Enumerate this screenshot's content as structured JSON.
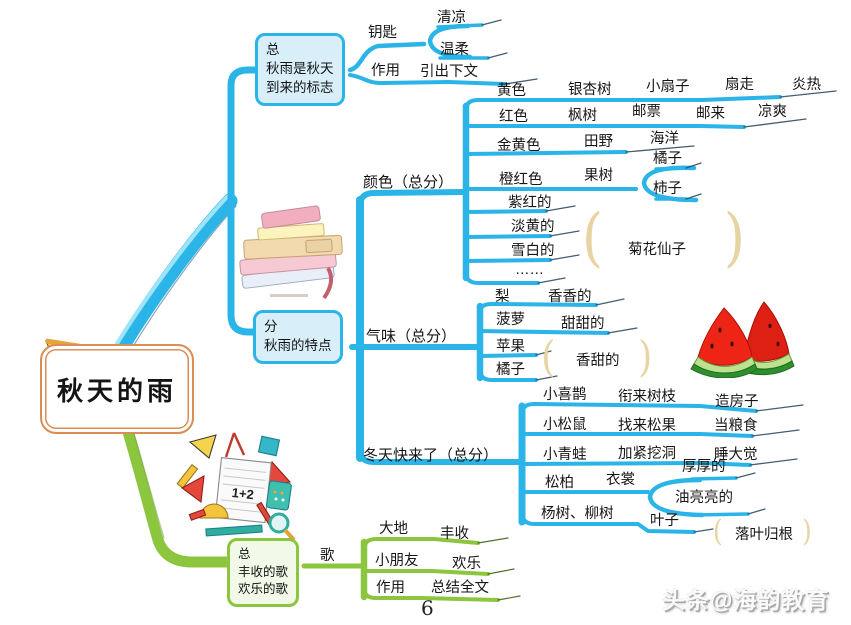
{
  "page": {
    "number": "6",
    "watermark": "头条@海韵教育"
  },
  "colors": {
    "branch_cyan": "#2bb4e7",
    "branch_green": "#8cc63e",
    "node_fill_blue": "#d8effa",
    "node_fill_green": "#f2f9e8",
    "center_border": "#d98e54",
    "brace": "#e7d4a2"
  },
  "mindmap": {
    "center_title": "秋天的雨",
    "top": {
      "node_lines": [
        "总",
        "秋雨是秋天",
        "到来的标志"
      ],
      "keyword": "钥匙",
      "keyword_children": [
        "清凉",
        "温柔"
      ],
      "role_label": "作用",
      "role_text": "引出下文"
    },
    "features": {
      "node_lines": [
        "分",
        "秋雨的特点"
      ],
      "colors_section": {
        "label": "颜色（总分）",
        "rows": [
          [
            "黄色",
            "银杏树",
            "小扇子",
            "扇走",
            "炎热"
          ],
          [
            "红色",
            "枫树",
            "邮票",
            "邮来",
            "凉爽"
          ],
          [
            "金黄色",
            "田野",
            "海洋"
          ],
          [
            "橙红色",
            "果树"
          ],
          [
            "紫红的"
          ],
          [
            "淡黄的"
          ],
          [
            "雪白的"
          ],
          [
            "……"
          ]
        ],
        "fruit_children": [
          "橘子",
          "柿子"
        ],
        "bracket_text": "菊花仙子"
      },
      "smell_section": {
        "label": "气味（总分）",
        "rows": [
          [
            "梨",
            "香香的"
          ],
          [
            "菠萝",
            "甜甜的"
          ],
          [
            "苹果"
          ],
          [
            "橘子"
          ]
        ],
        "bracket_text": "香甜的"
      },
      "winter_section": {
        "label": "冬天快来了（总分）",
        "rows": [
          [
            "小喜鹊",
            "衔来树枝",
            "造房子"
          ],
          [
            "小松鼠",
            "找来松果",
            "当粮食"
          ],
          [
            "小青蛙",
            "加紧挖洞",
            "睡大觉"
          ],
          [
            "松柏",
            "衣裳"
          ],
          [
            "杨树、柳树",
            "叶子"
          ]
        ],
        "coat_children": [
          "厚厚的",
          "油亮亮的"
        ],
        "bracket_text": "落叶归根"
      }
    },
    "bottom": {
      "node_lines": [
        "总",
        "丰收的歌",
        "欢乐的歌"
      ],
      "keyword": "歌",
      "rows": [
        [
          "大地",
          "丰收"
        ],
        [
          "小朋友",
          "欢乐"
        ],
        [
          "作用",
          "总结全文"
        ]
      ]
    },
    "doodle_text": "1+2"
  }
}
